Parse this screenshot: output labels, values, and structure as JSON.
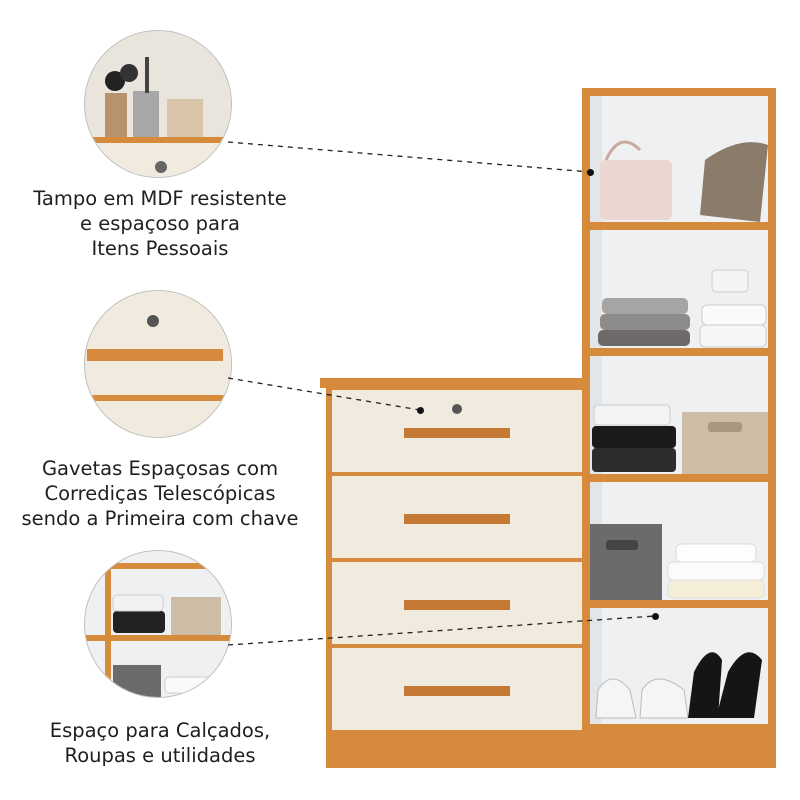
{
  "callouts": [
    {
      "lines": [
        "Tampo em MDF resistente",
        "e espaçoso para",
        "Itens Pessoais"
      ]
    },
    {
      "lines": [
        "Gavetas Espaçosas com",
        "Corrediças Telescópicas",
        "sendo a Primeira com chave"
      ]
    },
    {
      "lines": [
        "Espaço para Calçados,",
        "Roupas e utilidades"
      ]
    }
  ],
  "colors": {
    "wood": "#d68a3c",
    "cream": "#f1ebdf",
    "interior": "#eef0f1"
  }
}
